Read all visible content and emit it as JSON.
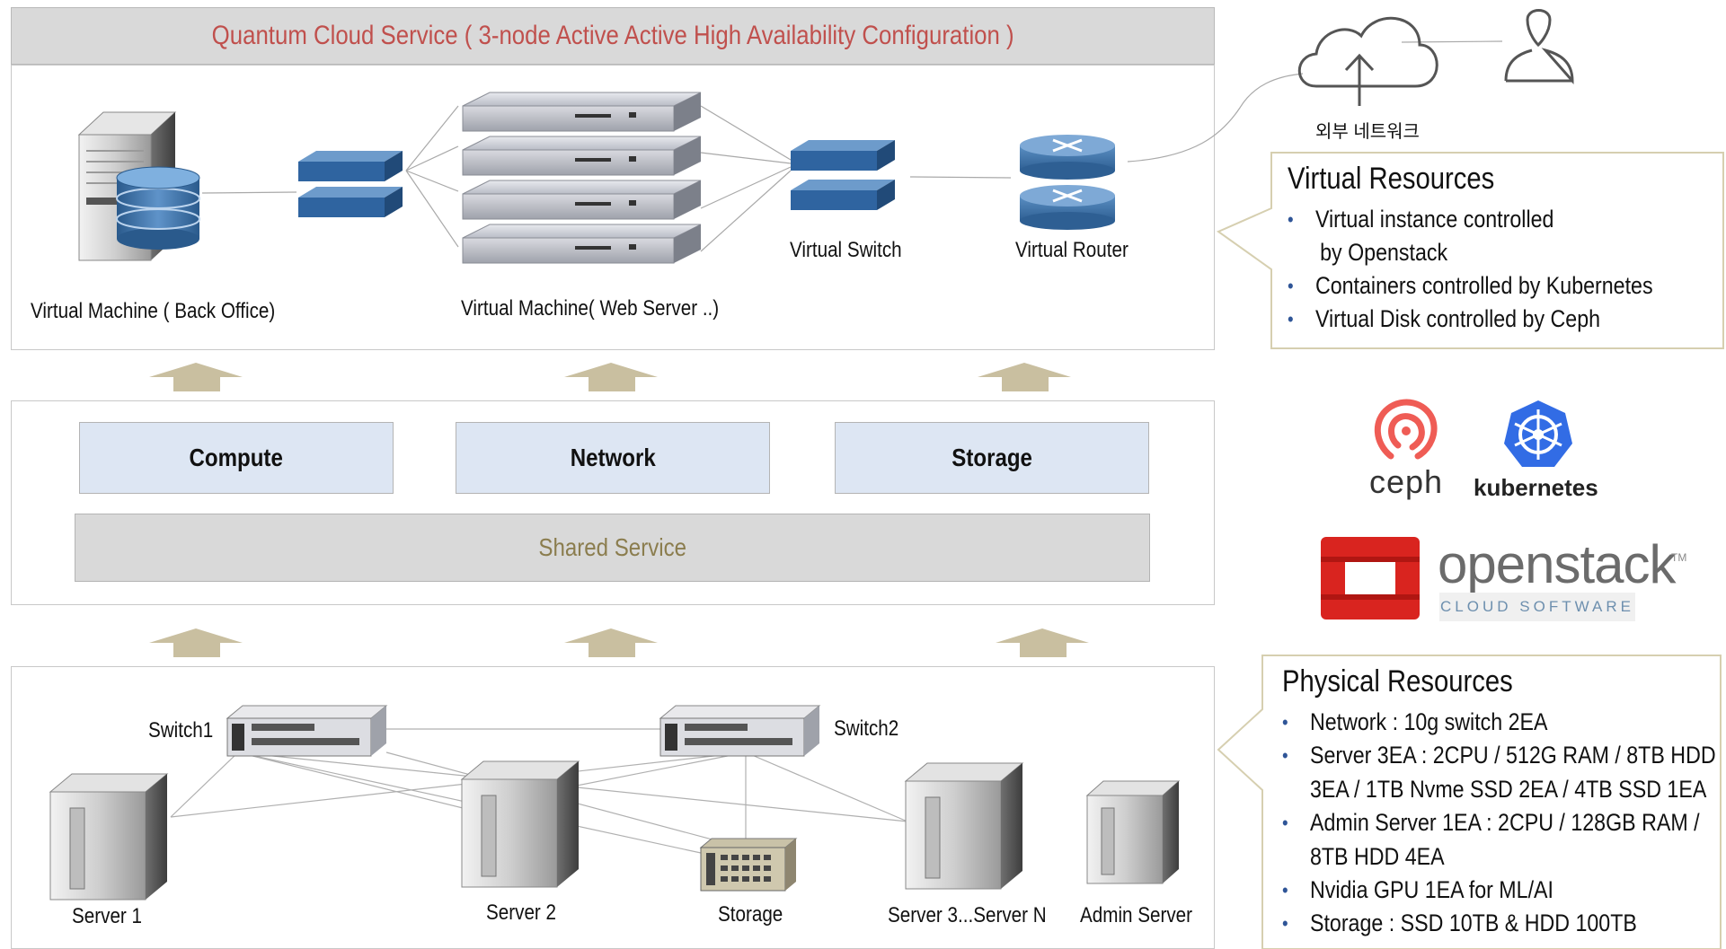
{
  "title": "Quantum Cloud Service ( 3-node Active Active High Availability Configuration )",
  "top_section": {
    "vm_back_office": "Virtual Machine ( Back Office)",
    "vm_web_server": "Virtual Machine( Web Server ..)",
    "virtual_switch": "Virtual Switch",
    "virtual_router": "Virtual Router"
  },
  "middle_section": {
    "compute": "Compute",
    "network": "Network",
    "storage": "Storage",
    "shared_service": "Shared Service"
  },
  "bottom_section": {
    "switch1": "Switch1",
    "switch2": "Switch2",
    "server1": "Server 1",
    "server2": "Server 2",
    "storage": "Storage",
    "server3": "Server 3...Server N",
    "admin_server": "Admin Server"
  },
  "external": {
    "network_label": "외부 네트워크"
  },
  "virtual_resources": {
    "title": "Virtual Resources",
    "items": [
      "Virtual instance controlled",
      "Containers controlled by  Kubernetes",
      "Virtual Disk controlled by Ceph"
    ],
    "item0_cont": "by Openstack"
  },
  "logos": {
    "ceph": "ceph",
    "kubernetes": "kubernetes",
    "openstack": "openstack",
    "openstack_sub": "CLOUD SOFTWARE",
    "tm": "TM"
  },
  "physical_resources": {
    "title": "Physical Resources",
    "items": [
      "Network : 10g switch 2EA",
      "Server 3EA : 2CPU / 512G RAM / 8TB HDD",
      "Admin Server 1EA : 2CPU / 128GB RAM /",
      "Nvidia GPU 1EA for ML/AI",
      "Storage : SSD 10TB & HDD 100TB"
    ],
    "item1_cont": "3EA / 1TB Nvme SSD 2EA / 4TB SSD 1EA",
    "item2_cont": "8TB HDD 4EA"
  },
  "colors": {
    "title_red": "#c0504d",
    "shared_text": "#8b7d4e",
    "arrow": "#c9bfa0",
    "box_blue": "#dde6f3",
    "bullet_blue": "#2f5597"
  }
}
